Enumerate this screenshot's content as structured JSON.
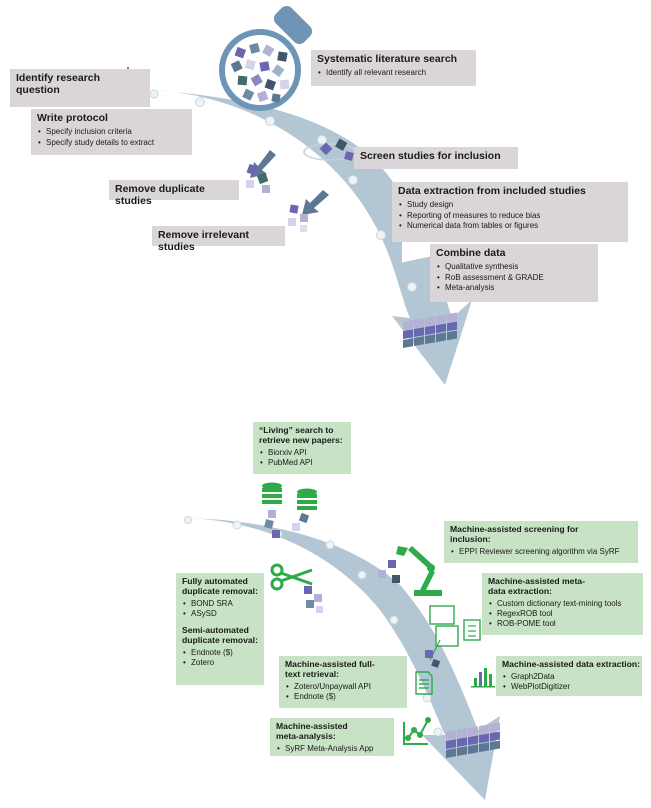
{
  "top": {
    "identify": {
      "title": "Identify research question"
    },
    "search": {
      "title": "Systematic literature search",
      "items": [
        "Identify all relevant research"
      ]
    },
    "protocol": {
      "title": "Write protocol",
      "items": [
        "Specify inclusion criteria",
        "Specify study details to extract"
      ]
    },
    "screen": {
      "title": "Screen studies for inclusion"
    },
    "duplicates": {
      "title": "Remove duplicate studies"
    },
    "extraction": {
      "title": "Data extraction from included studies",
      "items": [
        "Study design",
        "Reporting of measures to reduce bias",
        "Numerical data from tables or figures"
      ]
    },
    "irrelevant": {
      "title": "Remove irrelevant studies"
    },
    "combine": {
      "title": "Combine data",
      "items": [
        "Qualitative synthesis",
        "RoB assessment & GRADE",
        "Meta-analysis"
      ]
    }
  },
  "bottom": {
    "living": {
      "title": "“Living” search to retrieve new papers:",
      "items": [
        "Biorxiv API",
        "PubMed API"
      ]
    },
    "screening": {
      "title": "Machine-assisted screening for inclusion:",
      "items": [
        "EPPI Reviewer screening algorithm via SyRF"
      ]
    },
    "dedup": {
      "title_auto": "Fully automated duplicate removal:",
      "items_auto": [
        "BOND SRA",
        "ASySD"
      ],
      "title_semi": "Semi-automated duplicate removal:",
      "items_semi": [
        "Endnote ($)",
        "Zotero"
      ]
    },
    "metadata": {
      "title": "Machine-assisted meta-data extraction:",
      "items": [
        "Custom dictionary text-mining tools",
        "RegexROB tool",
        "ROB-POME tool"
      ]
    },
    "fulltext": {
      "title": "Machine-assisted full-text retrieval:",
      "items": [
        "Zotero/Unpaywall API",
        "Endnote ($)"
      ]
    },
    "dataext": {
      "title": "Machine-assisted data extraction:",
      "items": [
        "Graph2Data",
        "WebPlotDigitizer"
      ]
    },
    "metaanalysis": {
      "title": "Machine-assisted meta-analysis:",
      "items": [
        "SyRF Meta-Analysis App"
      ]
    }
  },
  "colors": {
    "arrow": "#a4bccb",
    "gray_box": "#d9d5d9",
    "green_box": "#c7e2c4",
    "green_icon": "#2eaa4a",
    "search_ring": "#6e95b5",
    "tile_purple": "#6b66b0",
    "tile_slate": "#6f8aa3"
  }
}
